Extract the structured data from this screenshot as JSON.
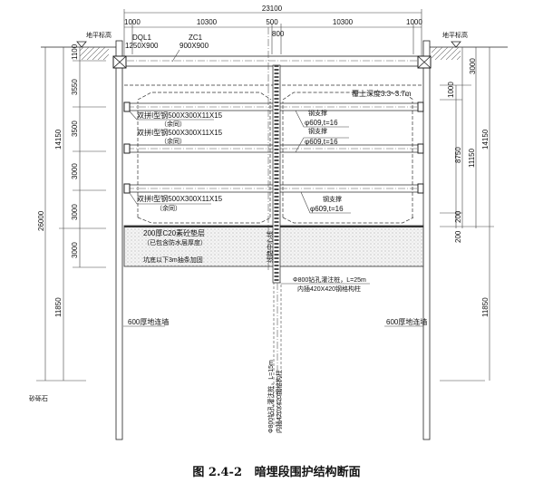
{
  "caption": {
    "figure": "图 2.4-2",
    "title": "暗埋段围护结构断面"
  },
  "top_dims": {
    "total": "23100",
    "left_1000": "1000",
    "left_10300": "10300",
    "mid_500": "500",
    "right_10300": "10300",
    "right_1000": "1000",
    "mid_800": "800"
  },
  "ground_label_left": "地平标高",
  "ground_label_right": "地平标高",
  "capping_beam": {
    "name": "DQL1",
    "size": "1250X900"
  },
  "column_top": {
    "name": "ZC1",
    "size": "900X900"
  },
  "cover_depth": "覆土深度3.3~3.7m",
  "waling": [
    {
      "label": "双拼I型钢500X300X11X15",
      "note": "（余同）"
    },
    {
      "label": "双拼I型钢500X300X11X15",
      "note": "（余同）"
    },
    {
      "label": "双拼I型钢500X300X11X15",
      "note": "（余同）"
    }
  ],
  "struts": [
    {
      "label": "钢支撑",
      "size": "φ609,t=16"
    },
    {
      "label": "钢支撑",
      "size": "φ609,t=16"
    },
    {
      "label": "钢支撑",
      "size": "φ609,t=16"
    }
  ],
  "base": {
    "line1": "200厚C20素砼垫层",
    "line2": "（已包含防水层厚度）",
    "line3": "坑底以下3m抽条加固"
  },
  "centerline": "线路中心线",
  "pile_top": {
    "line1": "Φ800钻孔灌注桩，L=25m",
    "line2": "内插420X420钢格构柱"
  },
  "pile_vertical": {
    "line1": "Φ800钻孔灌注桩，L=15m",
    "line2": "内插420X420钢格构柱"
  },
  "wall_left": "600厚地连墙",
  "wall_right": "600厚地连墙",
  "soil": "砂砾石",
  "left_dims": {
    "d1100": "1100",
    "d3550": "3550",
    "d3500": "3500",
    "d3000a": "3000",
    "d3000b": "3000",
    "d3000c": "3000",
    "d14150": "14150",
    "d26000": "26000",
    "d11850": "11850"
  },
  "right_dims": {
    "d3000": "3000",
    "d1000": "1000",
    "d8750": "8750",
    "d11150": "11150",
    "d14150": "14150",
    "d200a": "200",
    "d200b": "200",
    "d11850": "11850"
  }
}
